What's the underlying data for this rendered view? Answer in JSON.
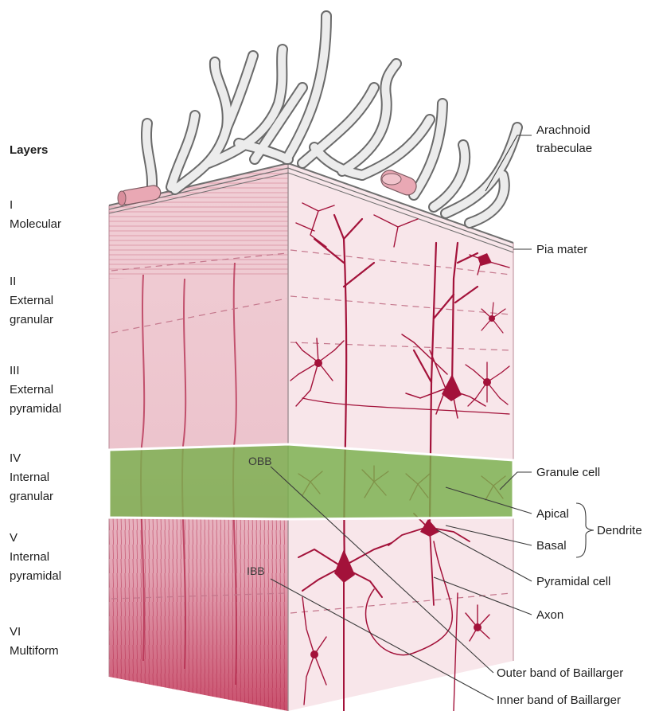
{
  "layers_heading": "Layers",
  "layers": [
    {
      "numeral": "I",
      "name_lines": [
        "Molecular"
      ]
    },
    {
      "numeral": "II",
      "name_lines": [
        "External",
        "granular"
      ]
    },
    {
      "numeral": "III",
      "name_lines": [
        "External",
        "pyramidal"
      ]
    },
    {
      "numeral": "IV",
      "name_lines": [
        "Internal",
        "granular"
      ]
    },
    {
      "numeral": "V",
      "name_lines": [
        "Internal",
        "pyramidal"
      ]
    },
    {
      "numeral": "VI",
      "name_lines": [
        "Multiform"
      ]
    }
  ],
  "callouts": {
    "arachnoid": [
      "Arachnoid",
      "trabeculae"
    ],
    "pia": "Pia mater",
    "granule": "Granule cell",
    "apical": "Apical",
    "basal": "Basal",
    "dendrite": "Dendrite",
    "pyramidal": "Pyramidal cell",
    "axon": "Axon",
    "outer_band": "Outer band of Baillarger",
    "inner_band": "Inner band of Baillarger"
  },
  "band_labels": {
    "obb": "OBB",
    "ibb": "IBB"
  },
  "colors": {
    "tissue_left": "#ecc1cb",
    "tissue_right": "#f8e6ea",
    "neuron": "#a3123a",
    "highlight": "#79b04d",
    "text": "#1e1e1e"
  }
}
